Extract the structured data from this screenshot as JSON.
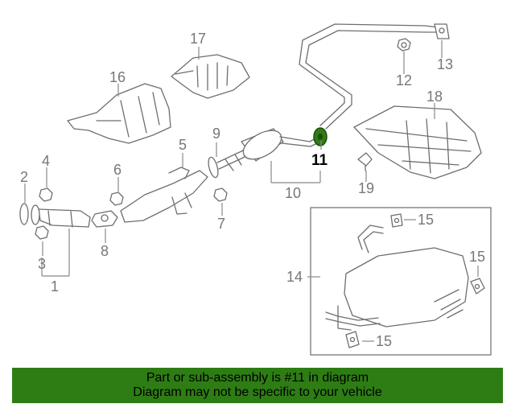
{
  "diagram": {
    "highlighted_part": "11",
    "highlight_color": "#2e7d14",
    "callouts": {
      "c1": "1",
      "c2": "2",
      "c3": "3",
      "c4": "4",
      "c5": "5",
      "c6": "6",
      "c7": "7",
      "c8": "8",
      "c9": "9",
      "c10": "10",
      "c11": "11",
      "c12": "12",
      "c13": "13",
      "c14": "14",
      "c15a": "15",
      "c15b": "15",
      "c15c": "15",
      "c16": "16",
      "c17": "17",
      "c18": "18",
      "c19": "19"
    }
  },
  "banner": {
    "line1": "Part or sub-assembly is #11 in diagram",
    "line2": "Diagram may not be specific to your vehicle",
    "background": "#2e7d14"
  }
}
